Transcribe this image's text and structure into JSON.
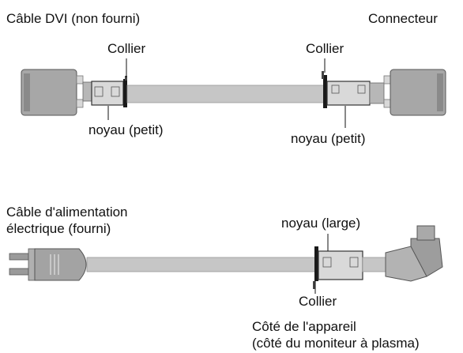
{
  "dvi": {
    "cable_label": "Câble DVI (non fourni)",
    "connector_label": "Connecteur",
    "clamp_left": "Collier",
    "clamp_right": "Collier",
    "core_left": "noyau (petit)",
    "core_right": "noyau (petit)"
  },
  "power": {
    "cable_label_line1": "Câble d'alimentation",
    "cable_label_line2": "électrique (fourni)",
    "core_label": "noyau (large)",
    "clamp_label": "Collier",
    "side_line1": "Côté de l'appareil",
    "side_line2": "(côté du moniteur à plasma)"
  }
}
